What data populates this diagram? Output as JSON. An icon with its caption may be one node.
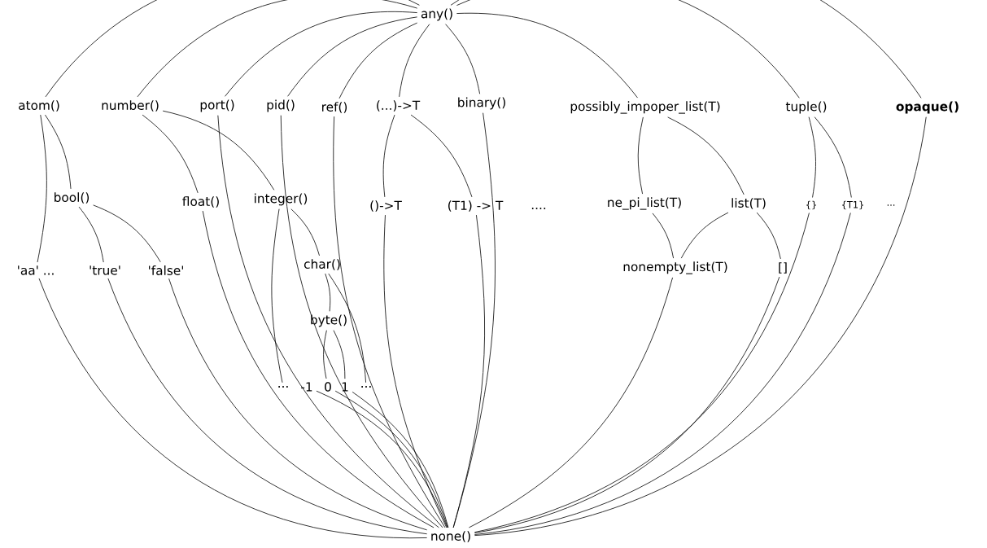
{
  "diagram": {
    "nodes": [
      {
        "text": [
          "any()"
        ]
      },
      {
        "text": [
          "atom()"
        ]
      },
      {
        "text": [
          "number()"
        ]
      },
      {
        "text": [
          "port()"
        ]
      },
      {
        "text": [
          "pid()"
        ]
      },
      {
        "text": [
          "ref()"
        ]
      },
      {
        "text": [
          "(...)->T"
        ]
      },
      {
        "text": [
          "binary()"
        ]
      },
      {
        "text": [
          "possibly_impoper_list(T)"
        ]
      },
      {
        "text": [
          "tuple()"
        ]
      },
      {
        "text": [
          "opaque()"
        ]
      },
      {
        "text": [
          "bool()"
        ]
      },
      {
        "text": [
          "float()"
        ]
      },
      {
        "text": [
          "integer()"
        ]
      },
      {
        "text": [
          "()->T"
        ]
      },
      {
        "text": [
          "(T1) -> T"
        ]
      },
      {
        "text": [
          "ne_pi_list(T)"
        ]
      },
      {
        "text": [
          "list(T)"
        ]
      },
      {
        "text": [
          "{}"
        ]
      },
      {
        "text": [
          "{T1}"
        ]
      },
      {
        "text": [
          "'aa' ..."
        ]
      },
      {
        "text": [
          "'true'"
        ]
      },
      {
        "text": [
          "'false'"
        ]
      },
      {
        "text": [
          "char()"
        ]
      },
      {
        "text": [
          "nonempty_list(T)"
        ]
      },
      {
        "text": [
          "[]"
        ]
      },
      {
        "text": [
          "byte()"
        ]
      },
      {
        "text": [
          "..."
        ]
      },
      {
        "text": [
          "-1"
        ]
      },
      {
        "text": [
          "0"
        ]
      },
      {
        "text": [
          "1"
        ]
      },
      {
        "text": [
          "..."
        ]
      },
      {
        "text": [
          "none()"
        ]
      }
    ],
    "edges": [
      {
        "from": 0,
        "to": 1,
        "arrow": "none"
      },
      {
        "from": 0,
        "to": 2,
        "arrow": "none"
      },
      {
        "from": 0,
        "to": 3,
        "arrow": "none"
      },
      {
        "from": 0,
        "to": 4,
        "arrow": "none"
      },
      {
        "from": 0,
        "to": 5,
        "arrow": "none"
      },
      {
        "from": 0,
        "to": 6,
        "arrow": "none"
      },
      {
        "from": 0,
        "to": 7,
        "arrow": "none"
      },
      {
        "from": 0,
        "to": 8,
        "arrow": "none"
      },
      {
        "from": 0,
        "to": 9,
        "arrow": "none"
      },
      {
        "from": 0,
        "to": 10,
        "arrow": "none"
      },
      {
        "from": 1,
        "to": 20,
        "arrow": "none"
      },
      {
        "from": 1,
        "to": 11,
        "arrow": "none"
      },
      {
        "from": 11,
        "to": 21,
        "arrow": "none"
      },
      {
        "from": 11,
        "to": 22,
        "arrow": "none"
      },
      {
        "from": 2,
        "to": 12,
        "arrow": "none"
      },
      {
        "from": 2,
        "to": 13,
        "arrow": "none"
      },
      {
        "from": 6,
        "to": 14,
        "arrow": "none"
      },
      {
        "from": 6,
        "to": 15,
        "arrow": "none"
      },
      {
        "from": 8,
        "to": 16,
        "arrow": "none"
      },
      {
        "from": 8,
        "to": 17,
        "arrow": "none"
      },
      {
        "from": 16,
        "to": 24,
        "arrow": "none"
      },
      {
        "from": 17,
        "to": 24,
        "arrow": "none"
      },
      {
        "from": 17,
        "to": 25,
        "arrow": "none"
      },
      {
        "from": 9,
        "to": 18,
        "arrow": "none"
      },
      {
        "from": 9,
        "to": 19,
        "arrow": "none"
      },
      {
        "from": 13,
        "to": 27,
        "arrow": "none"
      },
      {
        "from": 13,
        "to": 23,
        "arrow": "none"
      },
      {
        "from": 23,
        "to": 26,
        "arrow": "none"
      },
      {
        "from": 23,
        "to": 31,
        "arrow": "none"
      },
      {
        "from": 26,
        "to": 29,
        "arrow": "none"
      },
      {
        "from": 26,
        "to": 30,
        "arrow": "none"
      },
      {
        "from": 20,
        "to": 32,
        "arrow": "none"
      },
      {
        "from": 21,
        "to": 32,
        "arrow": "none"
      },
      {
        "from": 22,
        "to": 32,
        "arrow": "none"
      },
      {
        "from": 12,
        "to": 32,
        "arrow": "none"
      },
      {
        "from": 3,
        "to": 32,
        "arrow": "none"
      },
      {
        "from": 4,
        "to": 32,
        "arrow": "none"
      },
      {
        "from": 5,
        "to": 32,
        "arrow": "none"
      },
      {
        "from": 28,
        "to": 32,
        "arrow": "none"
      },
      {
        "from": 29,
        "to": 32,
        "arrow": "none"
      },
      {
        "from": 30,
        "to": 32,
        "arrow": "none"
      },
      {
        "from": 14,
        "to": 32,
        "arrow": "none"
      },
      {
        "from": 15,
        "to": 32,
        "arrow": "none"
      },
      {
        "from": 7,
        "to": 32,
        "arrow": "none"
      },
      {
        "from": 24,
        "to": 32,
        "arrow": "none"
      },
      {
        "from": 25,
        "to": 32,
        "arrow": "none"
      },
      {
        "from": 18,
        "to": 32,
        "arrow": "none"
      },
      {
        "from": 19,
        "to": 32,
        "arrow": "none"
      },
      {
        "from": 10,
        "to": 32,
        "arrow": "none"
      }
    ],
    "labels": [
      "....",
      "..."
    ]
  }
}
